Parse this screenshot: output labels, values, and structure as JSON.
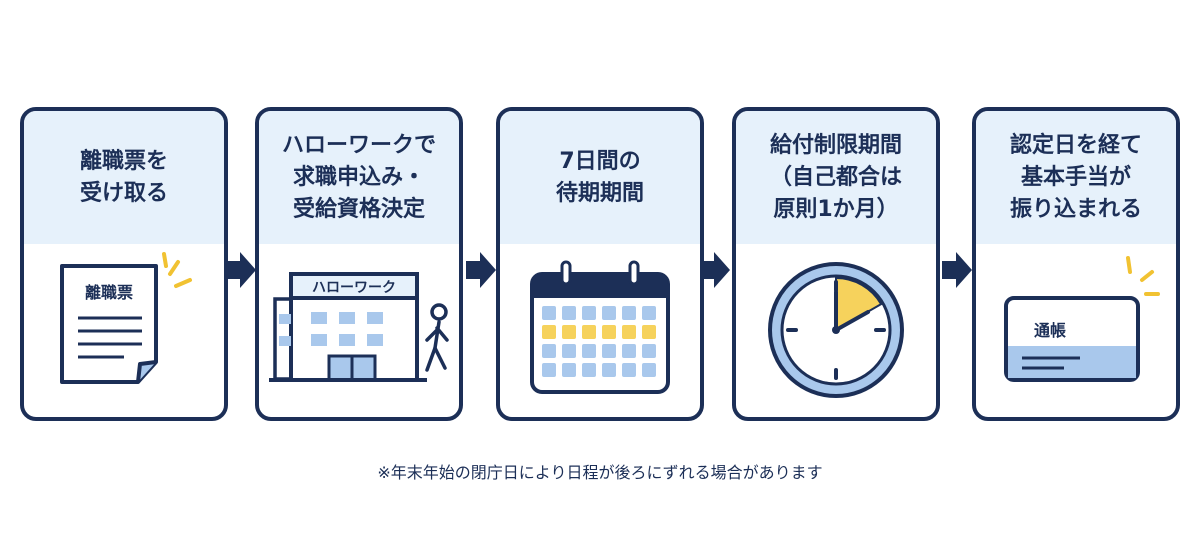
{
  "steps": [
    {
      "title": "離職票を\n受け取る",
      "label": "離職票"
    },
    {
      "title": "ハローワークで\n求職申込み・\n受給資格決定",
      "label": "ハローワーク"
    },
    {
      "title": "7日間の\n待期期間"
    },
    {
      "title": "給付制限期間\n（自己都合は\n原則1か月）"
    },
    {
      "title": "認定日を経て\n基本手当が\n振り込まれる",
      "label": "通帳"
    }
  ],
  "note": "※年末年始の閉庁日により日程が後ろにずれる場合があります",
  "calendar": {
    "rows": 4,
    "cols": 6,
    "highlighted_row": 1,
    "highlighted_cells": 6
  },
  "clock": {
    "shaded_fraction": 0.167
  },
  "colors": {
    "navy": "#1c2f57",
    "light_blue": "#e6f1fb",
    "mid_blue": "#a9c8ec",
    "yellow": "#f6d25c",
    "accent_yellow": "#f1c232"
  }
}
